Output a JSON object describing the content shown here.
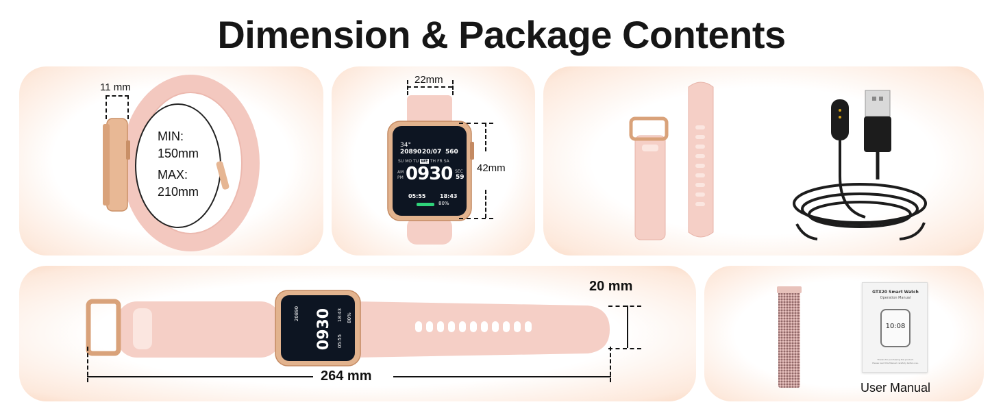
{
  "heading": "Dimension & Package Contents",
  "band_size": {
    "thickness": "11 mm",
    "min_label": "MIN:",
    "min_value": "150mm",
    "max_label": "MAX:",
    "max_value": "210mm"
  },
  "watch_face_size": {
    "width": "22mm",
    "height": "42mm"
  },
  "watch_screen": {
    "steps": "20890",
    "date": "20/07",
    "calories": "560",
    "temp": "34°",
    "days": [
      "SU",
      "MO",
      "TU",
      "WE",
      "TH",
      "FR",
      "SA"
    ],
    "active_day": "WE",
    "am": "AM",
    "pm": "PM",
    "time": "0930",
    "sec_label": "SEC",
    "sec": "59",
    "sunrise": "05:55",
    "sunset": "18:43",
    "battery": "80%"
  },
  "full_length": {
    "band_width": "20 mm",
    "length": "264 mm"
  },
  "manual": {
    "cover_title": "GTX20 Smart Watch",
    "cover_subtitle": "Operation Manual",
    "cover_time": "10:08",
    "footer_line1": "Thanks for purchasing this product.",
    "footer_line2": "Please read this Manual carefully before use.",
    "caption": "User Manual"
  },
  "colors": {
    "band_pink": "#f5cfc6",
    "gold_case": "#e2b38e",
    "panel_edge": "#fbdcc8",
    "cable_black": "#1c1c1c"
  }
}
